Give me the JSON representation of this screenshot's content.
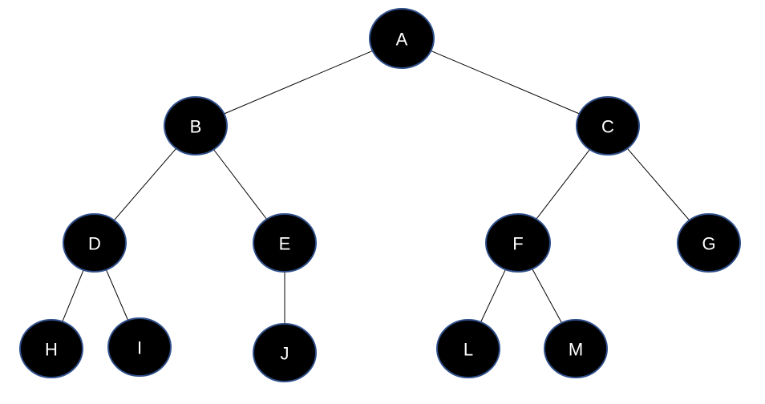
{
  "diagram": {
    "type": "binary-tree",
    "nodes": [
      {
        "id": "A",
        "label": "A"
      },
      {
        "id": "B",
        "label": "B"
      },
      {
        "id": "C",
        "label": "C"
      },
      {
        "id": "D",
        "label": "D"
      },
      {
        "id": "E",
        "label": "E"
      },
      {
        "id": "F",
        "label": "F"
      },
      {
        "id": "G",
        "label": "G"
      },
      {
        "id": "H",
        "label": "H"
      },
      {
        "id": "I",
        "label": "I"
      },
      {
        "id": "J",
        "label": "J"
      },
      {
        "id": "L",
        "label": "L"
      },
      {
        "id": "M",
        "label": "M"
      }
    ],
    "edges": [
      {
        "from": "A",
        "to": "B"
      },
      {
        "from": "A",
        "to": "C"
      },
      {
        "from": "B",
        "to": "D"
      },
      {
        "from": "B",
        "to": "E"
      },
      {
        "from": "C",
        "to": "F"
      },
      {
        "from": "C",
        "to": "G"
      },
      {
        "from": "D",
        "to": "H"
      },
      {
        "from": "D",
        "to": "I"
      },
      {
        "from": "E",
        "to": "J"
      },
      {
        "from": "F",
        "to": "L"
      },
      {
        "from": "F",
        "to": "M"
      }
    ],
    "colors": {
      "node_fill": "#000000",
      "node_border": "#2f4f8a",
      "label": "#ffffff",
      "edge": "#000000"
    }
  }
}
